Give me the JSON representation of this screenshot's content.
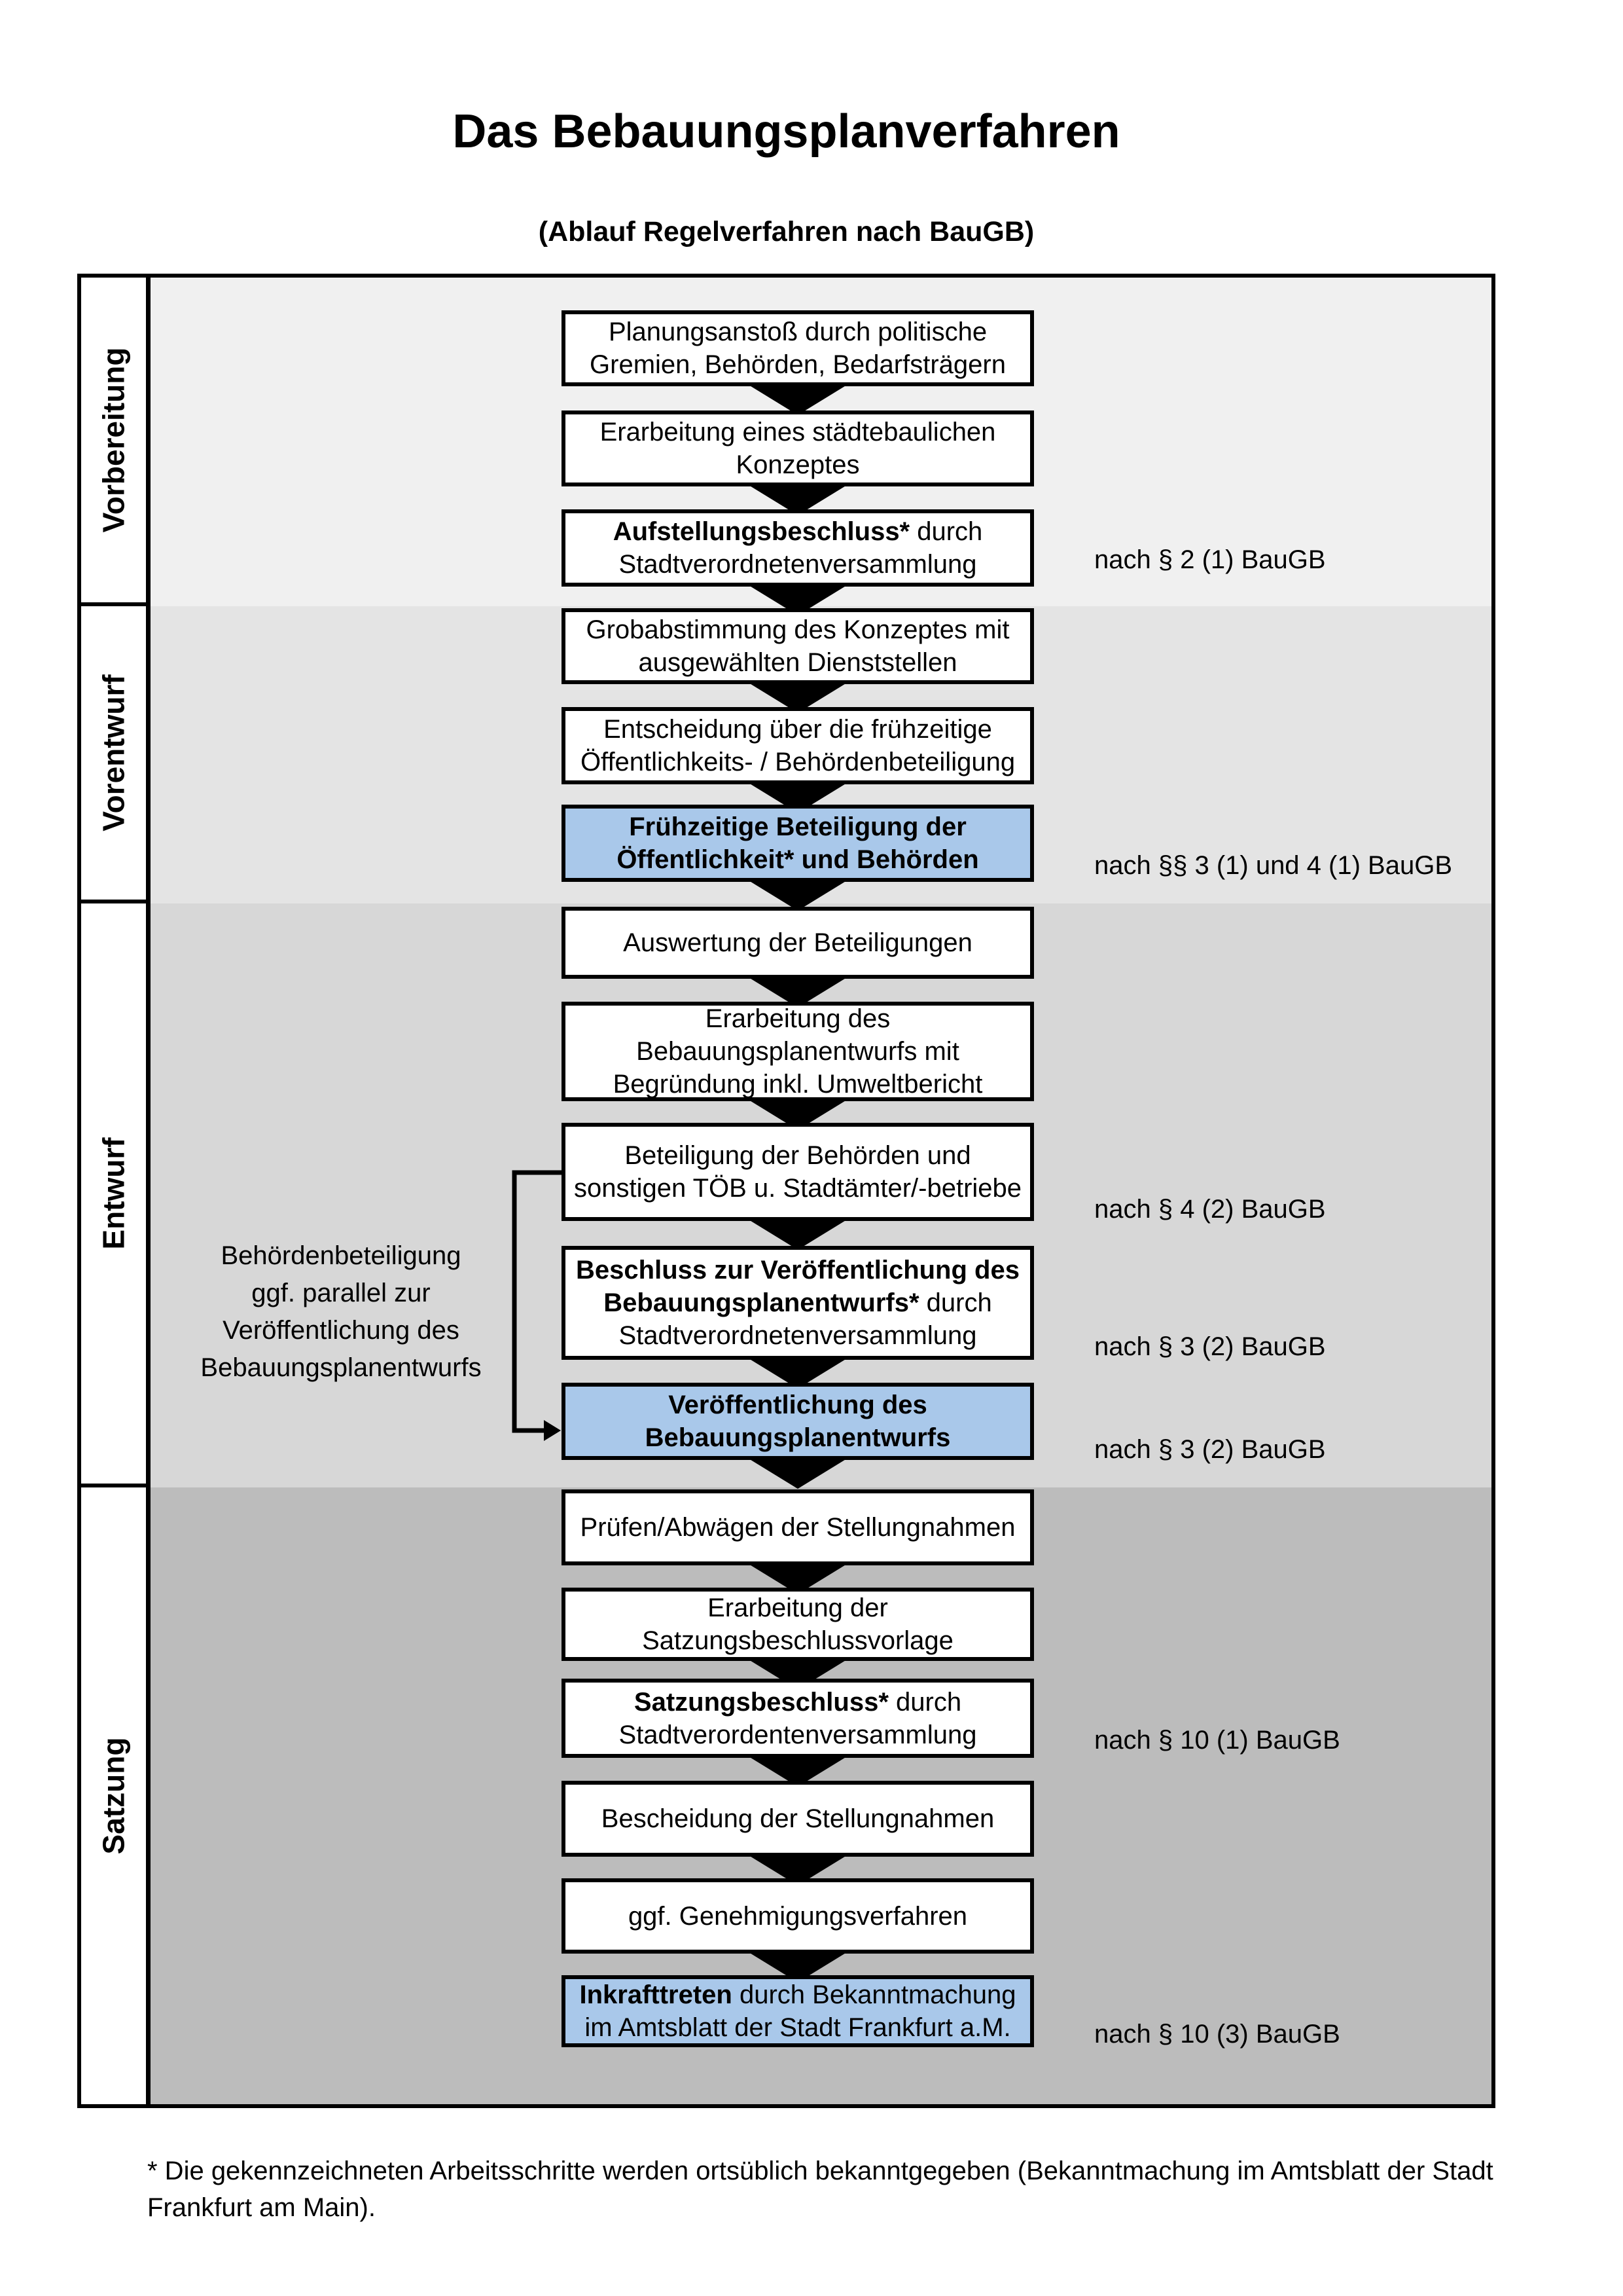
{
  "title": "Das Bebauungsplanverfahren",
  "subtitle": "(Ablauf Regelverfahren nach BauGB)",
  "colors": {
    "highlight_blue": "#a9c8ea",
    "band_vorbereitung": "#f0f0f0",
    "band_vorentwurf": "#e4e4e4",
    "band_entwurf": "#d7d7d7",
    "band_satzung": "#bcbcbc",
    "box_background": "#ffffff",
    "line_black": "#000000"
  },
  "phases": [
    {
      "label": "Vorbereitung"
    },
    {
      "label": "Vorentwurf"
    },
    {
      "label": "Entwurf"
    },
    {
      "label": "Satzung"
    }
  ],
  "steps": [
    {
      "bold": "",
      "text": "Planungsanstoß durch politische\nGremien, Behörden, Bedarfsträgern",
      "highlight": false,
      "ref": ""
    },
    {
      "bold": "",
      "text": "Erarbeitung eines städtebaulichen\nKonzeptes",
      "highlight": false,
      "ref": ""
    },
    {
      "bold": "Aufstellungsbeschluss*",
      "text": " durch\nStadtverordnetenversammlung",
      "highlight": false,
      "ref": "nach § 2 (1) BauGB"
    },
    {
      "bold": "",
      "text": "Grobabstimmung des Konzeptes mit\nausgewählten Dienststellen",
      "highlight": false,
      "ref": ""
    },
    {
      "bold": "",
      "text": "Entscheidung über die frühzeitige\nÖffentlichkeits- / Behördenbeteiligung",
      "highlight": false,
      "ref": ""
    },
    {
      "bold": "Frühzeitige Beteiligung der\nÖffentlichkeit* und Behörden",
      "text": "",
      "highlight": true,
      "ref": "nach §§ 3 (1) und 4 (1) BauGB"
    },
    {
      "bold": "",
      "text": "Auswertung der Beteiligungen",
      "highlight": false,
      "ref": ""
    },
    {
      "bold": "",
      "text": "Erarbeitung des\nBebauungsplanentwurfs mit\nBegründung inkl. Umweltbericht",
      "highlight": false,
      "ref": ""
    },
    {
      "bold": "",
      "text": "Beteiligung der Behörden und\nsonstigen TÖB u. Stadtämter/-betriebe",
      "highlight": false,
      "ref": "nach § 4 (2) BauGB"
    },
    {
      "bold": "Beschluss zur Veröffentlichung des\nBebauungsplanentwurfs*",
      "text": " durch\nStadtverordnetenversammlung",
      "highlight": false,
      "ref": "nach § 3 (2) BauGB"
    },
    {
      "bold": "Veröffentlichung des\nBebauungsplanentwurfs",
      "text": "",
      "highlight": true,
      "ref": "nach § 3 (2) BauGB"
    },
    {
      "bold": "",
      "text": "Prüfen/Abwägen der Stellungnahmen",
      "highlight": false,
      "ref": ""
    },
    {
      "bold": "",
      "text": "Erarbeitung der\nSatzungsbeschlussvorlage",
      "highlight": false,
      "ref": ""
    },
    {
      "bold": "Satzungsbeschluss*",
      "text": " durch\nStadtverordentenversammlung",
      "highlight": false,
      "ref": "nach § 10 (1) BauGB"
    },
    {
      "bold": "",
      "text": "Bescheidung der Stellungnahmen",
      "highlight": false,
      "ref": ""
    },
    {
      "bold": "",
      "text": "ggf. Genehmigungsverfahren",
      "highlight": false,
      "ref": ""
    },
    {
      "bold": "Inkrafttreten",
      "text": " durch Bekanntmachung\nim Amtsblatt der Stadt Frankfurt a.M.",
      "highlight": true,
      "ref": "nach § 10 (3) BauGB"
    }
  ],
  "side_note": "Behördenbeteiligung\nggf. parallel zur\nVeröffentlichung des\nBebauungsplanentwurfs",
  "footnote": "* Die gekennzeichneten Arbeitsschritte werden ortsüblich bekanntgegeben (Bekanntmachung im Amtsblatt  der Stadt\nFrankfurt am Main)."
}
